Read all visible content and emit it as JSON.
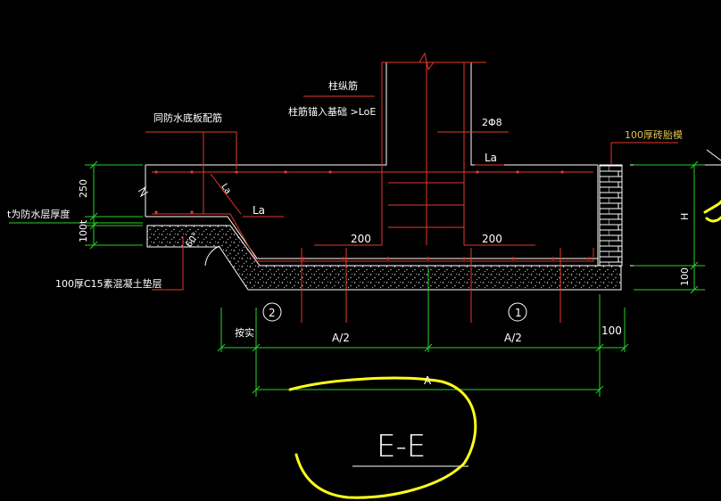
{
  "labels": {
    "column_rebar": "柱纵筋",
    "column_anchor": "柱筋锚入基础 >LoE",
    "waterproof_rebar": "同防水底板配筋",
    "two_phi8": "2Φ8",
    "la_top": "La",
    "la_mid": "La",
    "la_diag": "La",
    "dim_200_left": "200",
    "dim_200_right": "200",
    "brick_wall": "100厚砖胎模",
    "waterproof_thickness": "t为防水层厚度",
    "cushion": "100厚C15素混凝土垫层",
    "dim_250": "250",
    "dim_t": "t",
    "dim_100_left": "100",
    "dim_h": "H",
    "dim_100_right": "100",
    "angle": "60°",
    "grid_2": "2",
    "grid_1": "1",
    "slope_label": "按实",
    "dim_a_half_left": "A/2",
    "dim_a_half_right": "A/2",
    "dim_100_bottom": "100",
    "dim_a": "A",
    "section_title": "E-E"
  },
  "colors": {
    "background": "#000000",
    "outline": "#ffffff",
    "rebar": "#e23a2a",
    "dimension": "#28d228",
    "text": "#ffffff",
    "annotation_brick": "#d8c24a",
    "highlight": "#ffff1a"
  }
}
